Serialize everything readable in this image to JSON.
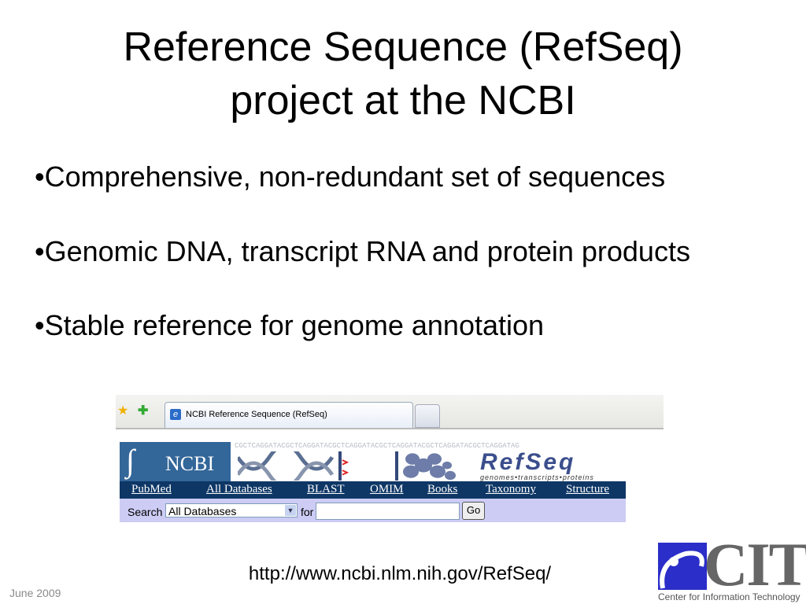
{
  "slide": {
    "title_line1": "Reference Sequence (RefSeq)",
    "title_line2": "project at the NCBI",
    "bullets": [
      "•Comprehensive, non-redundant set of sequences",
      "•Genomic DNA, transcript RNA and protein products",
      "•Stable reference for genome annotation"
    ],
    "url": "http://www.ncbi.nlm.nih.gov/RefSeq/",
    "date": "June 2009"
  },
  "browser": {
    "tab_title": "NCBI Reference Sequence (RefSeq)"
  },
  "ncbi": {
    "logo_text": "NCBI",
    "refseq_logo": "RefSeq",
    "refseq_tagline": "genomes•transcripts•proteins",
    "sequence_bg": "CGCTCAGGATACGCTCAGGATACGCTCAGGATACGCTCAGGATACGCTCAGGATACGCTCAGGATAG",
    "nav": [
      "PubMed",
      "All Databases",
      "BLAST",
      "OMIM",
      "Books",
      "Taxonomy",
      "Structure"
    ],
    "search_label": "Search",
    "search_db_value": "All Databases",
    "for_label": "for",
    "search_value": "",
    "go_label": "Go"
  },
  "logo": {
    "cit": "CIT",
    "cit_sub": "Center for Information Technology"
  }
}
